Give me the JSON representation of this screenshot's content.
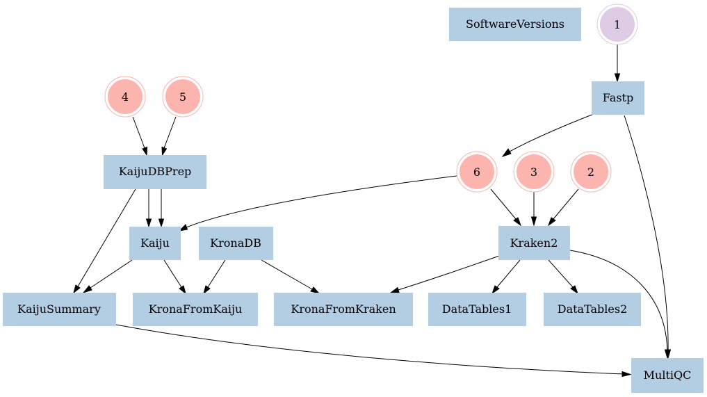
{
  "colors": {
    "process_fill": "#b3cde3",
    "input_fill": "#fbb4ae",
    "input_ring": "#fbb4ae",
    "start_fill": "#decbe4",
    "start_ring": "#decbe4",
    "edge": "#000000"
  },
  "nodes": {
    "software_versions": "SoftwareVersions",
    "fastp": "Fastp",
    "kaiju_db_prep": "KaijuDBPrep",
    "kaiju": "Kaiju",
    "krona_db": "KronaDB",
    "kraken2": "Kraken2",
    "kaiju_summary": "KaijuSummary",
    "krona_from_kaiju": "KronaFromKaiju",
    "krona_from_kraken": "KronaFromKraken",
    "data_tables1": "DataTables1",
    "data_tables2": "DataTables2",
    "multiqc": "MultiQC",
    "input_1": "1",
    "input_2": "2",
    "input_3": "3",
    "input_4": "4",
    "input_5": "5",
    "input_6": "6"
  },
  "edges": [
    [
      "1",
      "Fastp"
    ],
    [
      "Fastp",
      "6"
    ],
    [
      "Fastp",
      "MultiQC"
    ],
    [
      "4",
      "KaijuDBPrep"
    ],
    [
      "5",
      "KaijuDBPrep"
    ],
    [
      "KaijuDBPrep",
      "Kaiju"
    ],
    [
      "KaijuDBPrep",
      "Kaiju"
    ],
    [
      "KaijuDBPrep",
      "KaijuSummary"
    ],
    [
      "6",
      "Kaiju"
    ],
    [
      "6",
      "Kraken2"
    ],
    [
      "3",
      "Kraken2"
    ],
    [
      "2",
      "Kraken2"
    ],
    [
      "Kaiju",
      "KaijuSummary"
    ],
    [
      "Kaiju",
      "KronaFromKaiju"
    ],
    [
      "KronaDB",
      "KronaFromKaiju"
    ],
    [
      "KronaDB",
      "KronaFromKraken"
    ],
    [
      "Kraken2",
      "KronaFromKraken"
    ],
    [
      "Kraken2",
      "DataTables1"
    ],
    [
      "Kraken2",
      "DataTables2"
    ],
    [
      "Kraken2",
      "MultiQC"
    ],
    [
      "KaijuSummary",
      "MultiQC"
    ]
  ]
}
